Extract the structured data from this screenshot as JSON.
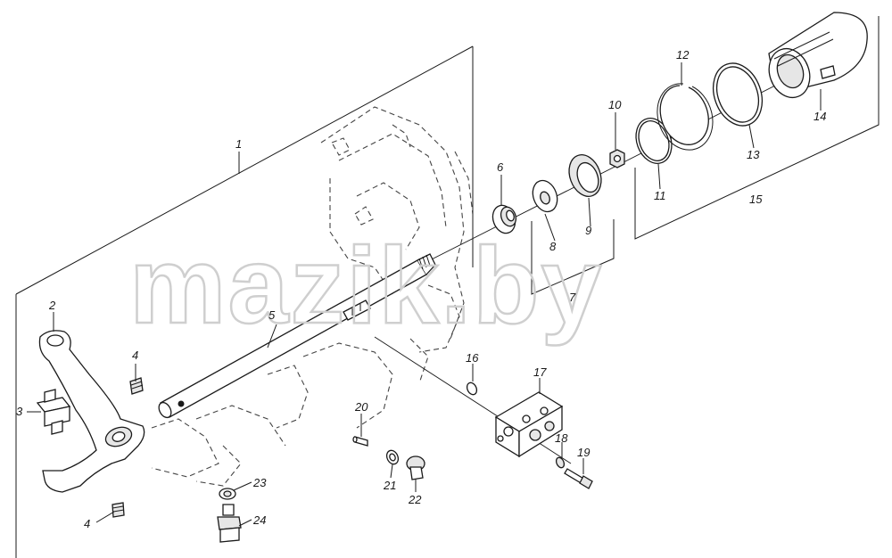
{
  "watermark": "mazik.by",
  "colors": {
    "line": "#1a1a1a",
    "watermark_outline": "#cfcfcf",
    "background": "#ffffff"
  },
  "callouts": [
    {
      "id": "c1",
      "text": "1"
    },
    {
      "id": "c2",
      "text": "2"
    },
    {
      "id": "c3",
      "text": "3"
    },
    {
      "id": "c4a",
      "text": "4"
    },
    {
      "id": "c4b",
      "text": "4"
    },
    {
      "id": "c5",
      "text": "5"
    },
    {
      "id": "c6",
      "text": "6"
    },
    {
      "id": "c7",
      "text": "7"
    },
    {
      "id": "c8",
      "text": "8"
    },
    {
      "id": "c9",
      "text": "9"
    },
    {
      "id": "c10",
      "text": "10"
    },
    {
      "id": "c11",
      "text": "11"
    },
    {
      "id": "c12",
      "text": "12"
    },
    {
      "id": "c13",
      "text": "13"
    },
    {
      "id": "c14",
      "text": "14"
    },
    {
      "id": "c15",
      "text": "15"
    },
    {
      "id": "c16",
      "text": "16"
    },
    {
      "id": "c17",
      "text": "17"
    },
    {
      "id": "c18",
      "text": "18"
    },
    {
      "id": "c19",
      "text": "19"
    },
    {
      "id": "c20",
      "text": "20"
    },
    {
      "id": "c21",
      "text": "21"
    },
    {
      "id": "c22",
      "text": "22"
    },
    {
      "id": "c23",
      "text": "23"
    },
    {
      "id": "c24",
      "text": "24"
    }
  ]
}
